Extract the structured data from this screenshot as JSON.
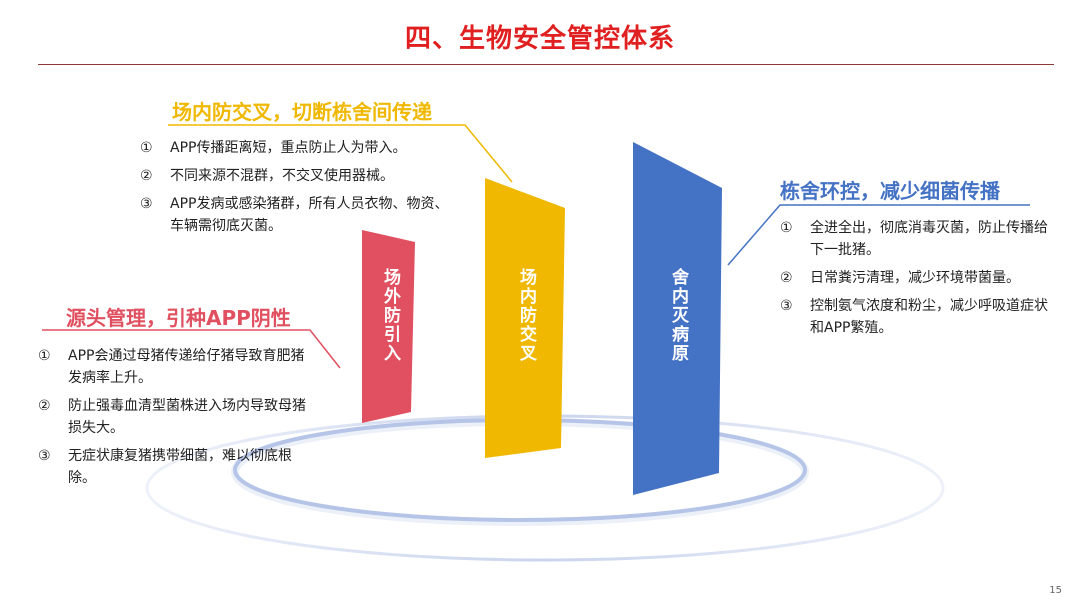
{
  "title": "四、生物安全管控体系",
  "page_number": "15",
  "colors": {
    "title": "#e02020",
    "red": "#e05060",
    "orange": "#f0b800",
    "blue": "#4472c4"
  },
  "pillars": [
    {
      "label": "场外防引入"
    },
    {
      "label": "场内防交叉"
    },
    {
      "label": "舍内灭病原"
    }
  ],
  "sections": {
    "source": {
      "heading": "源头管理，引种APP阴性",
      "items": [
        {
          "num": "①",
          "text": "APP会通过母猪传递给仔猪导致育肥猪发病率上升。"
        },
        {
          "num": "②",
          "text": "防止强毒血清型菌株进入场内导致母猪损失大。"
        },
        {
          "num": "③",
          "text": "无症状康复猪携带细菌，难以彻底根除。"
        }
      ]
    },
    "farm": {
      "heading": "场内防交叉，切断栋舍间传递",
      "items": [
        {
          "num": "①",
          "text": "APP传播距离短，重点防止人为带入。"
        },
        {
          "num": "②",
          "text": "不同来源不混群，不交叉使用器械。"
        },
        {
          "num": "③",
          "text": "APP发病或感染猪群，所有人员衣物、物资、车辆需彻底灭菌。"
        }
      ]
    },
    "barn": {
      "heading": "栋舍环控，减少细菌传播",
      "items": [
        {
          "num": "①",
          "text": "全进全出，彻底消毒灭菌，防止传播给下一批猪。"
        },
        {
          "num": "②",
          "text": "日常粪污清理，减少环境带菌量。"
        },
        {
          "num": "③",
          "text": "控制氨气浓度和粉尘，减少呼吸道症状和APP繁殖。"
        }
      ]
    }
  }
}
